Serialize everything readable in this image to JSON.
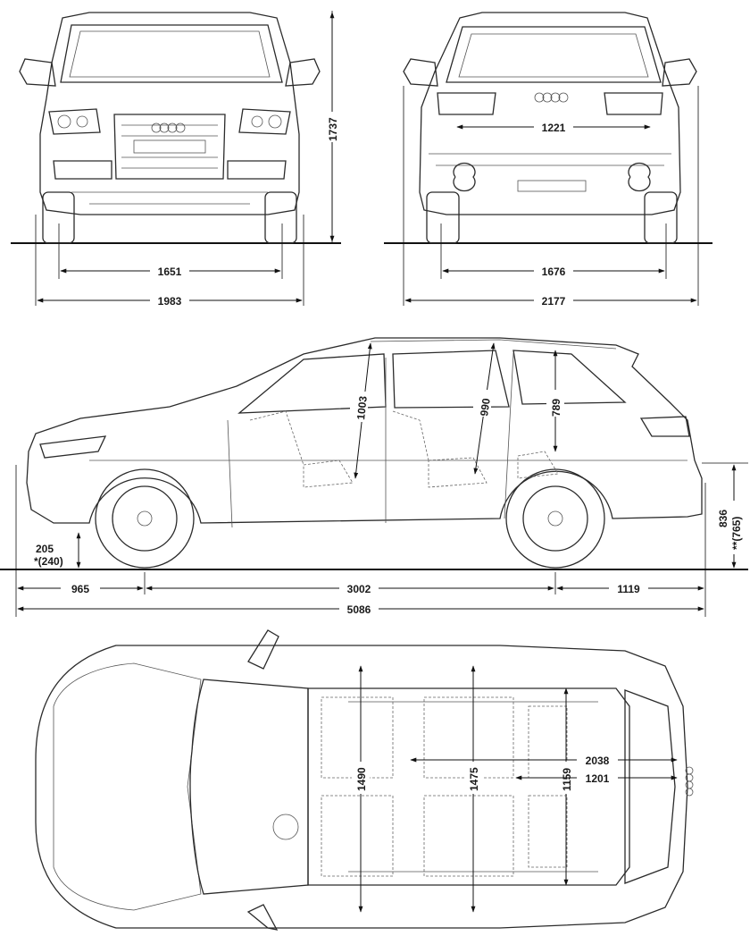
{
  "views": {
    "front": {
      "height": "1737",
      "track_width": "1651",
      "body_width": "1983"
    },
    "rear": {
      "loading_width": "1221",
      "track_width": "1676",
      "width_with_mirrors": "2177"
    },
    "side": {
      "front_headroom": "1003",
      "second_row_headroom": "990",
      "third_row_headroom": "789",
      "ground_clearance": "205",
      "ground_clearance_alt": "*(240)",
      "loading_sill_height": "836",
      "loading_sill_height_alt": "**(765)",
      "front_overhang": "965",
      "wheelbase": "3002",
      "rear_overhang": "1119",
      "overall_length": "5086"
    },
    "top": {
      "front_interior_width": "1490",
      "second_row_interior_width": "1475",
      "third_row_interior_width": "1159",
      "load_length_max": "2038",
      "load_length_min": "1201"
    }
  }
}
